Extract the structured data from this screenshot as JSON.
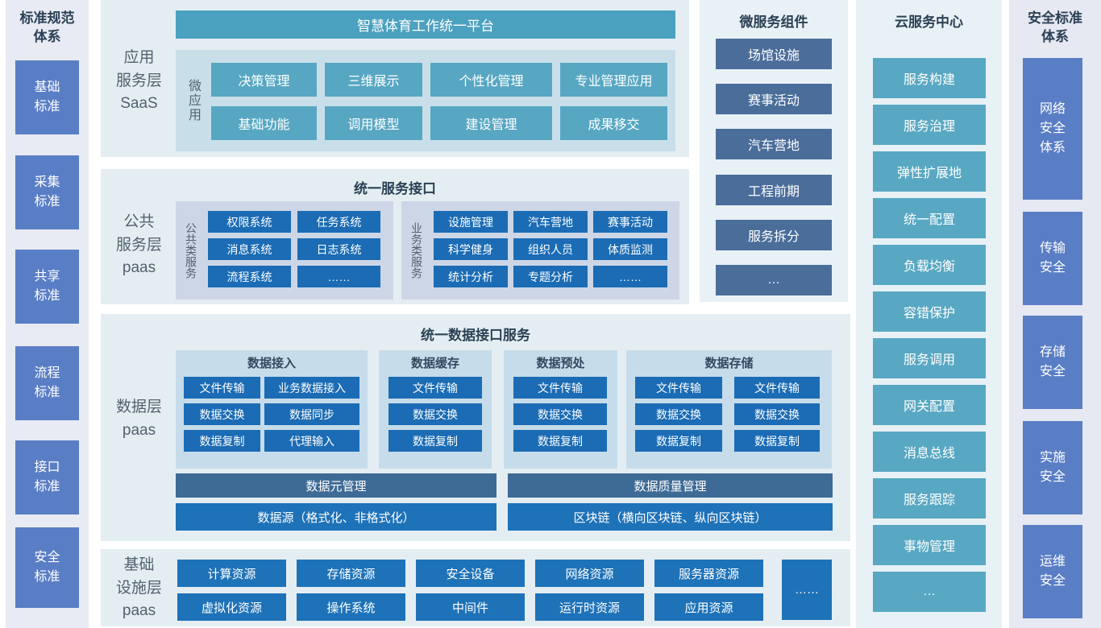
{
  "colors": {
    "teal_accent": "#57a7c3",
    "blue_accent": "#1b6cb5",
    "slate_accent": "#4a6d9a",
    "periwinkle_accent": "#5a7ec5",
    "slate_bar": "#3e6a96"
  },
  "left_column": {
    "title": "标准规范\n体系",
    "items": [
      "基础\n标准",
      "采集\n标准",
      "共享\n标准",
      "流程\n标准",
      "接口\n标准",
      "安全\n标准"
    ]
  },
  "app_layer": {
    "label": "应用\n服务层\nSaaS",
    "platform_title": "智慧体育工作统一平台",
    "micro_label": "微应用",
    "apps": [
      [
        "决策管理",
        "三维展示",
        "个性化管理",
        "专业管理应用"
      ],
      [
        "基础功能",
        "调用模型",
        "建设管理",
        "成果移交"
      ]
    ]
  },
  "public_layer": {
    "label": "公共\n服务层\npaas",
    "title": "统一服务接口",
    "common": {
      "label": "公共类服务",
      "items": [
        "权限系统",
        "任务系统",
        "消息系统",
        "日志系统",
        "流程系统",
        "……"
      ]
    },
    "business": {
      "label": "业务类服务",
      "items": [
        "设施管理",
        "汽车营地",
        "赛事活动",
        "科学健身",
        "组织人员",
        "体质监测",
        "统计分析",
        "专题分析",
        "……"
      ]
    }
  },
  "data_layer": {
    "label": "数据层\npaas",
    "title": "统一数据接口服务",
    "access": {
      "title": "数据接入",
      "items": [
        "文件传输",
        "业务数据接入",
        "数据交换",
        "数据同步",
        "数据复制",
        "代理输入"
      ]
    },
    "cache": {
      "title": "数据缓存",
      "items": [
        "文件传输",
        "数据交换",
        "数据复制"
      ]
    },
    "preprocess": {
      "title": "数据预处",
      "items": [
        "文件传输",
        "数据交换",
        "数据复制"
      ]
    },
    "storage": {
      "title": "数据存储",
      "items": [
        "文件传输",
        "文件传输",
        "数据交换",
        "数据交换",
        "数据复制",
        "数据复制"
      ]
    },
    "meta_bar": "数据元管理",
    "quality_bar": "数据质量管理",
    "source_bar": "数据源（格式化、非格式化）",
    "blockchain_bar": "区块链（横向区块链、纵向区块链）"
  },
  "infra_layer": {
    "label": "基础\n设施层\npaas",
    "row1": [
      "计算资源",
      "存储资源",
      "安全设备",
      "网络资源",
      "服务器资源"
    ],
    "row2": [
      "虚拟化资源",
      "操作系统",
      "中间件",
      "运行时资源",
      "应用资源"
    ],
    "more": "……"
  },
  "microservices": {
    "title": "微服务组件",
    "items": [
      "场馆设施",
      "赛事活动",
      "汽车营地",
      "工程前期",
      "服务拆分",
      "…"
    ]
  },
  "cloud_center": {
    "title": "云服务中心",
    "items": [
      "服务构建",
      "服务治理",
      "弹性扩展地",
      "统一配置",
      "负载均衡",
      "容错保护",
      "服务调用",
      "网关配置",
      "消息总线",
      "服务跟踪",
      "事物管理",
      "…"
    ]
  },
  "right_column": {
    "title": "安全标准\n体系",
    "items": [
      "网络\n安全\n体系",
      "传输\n安全",
      "存储\n安全",
      "实施\n安全",
      "运维\n安全"
    ]
  }
}
